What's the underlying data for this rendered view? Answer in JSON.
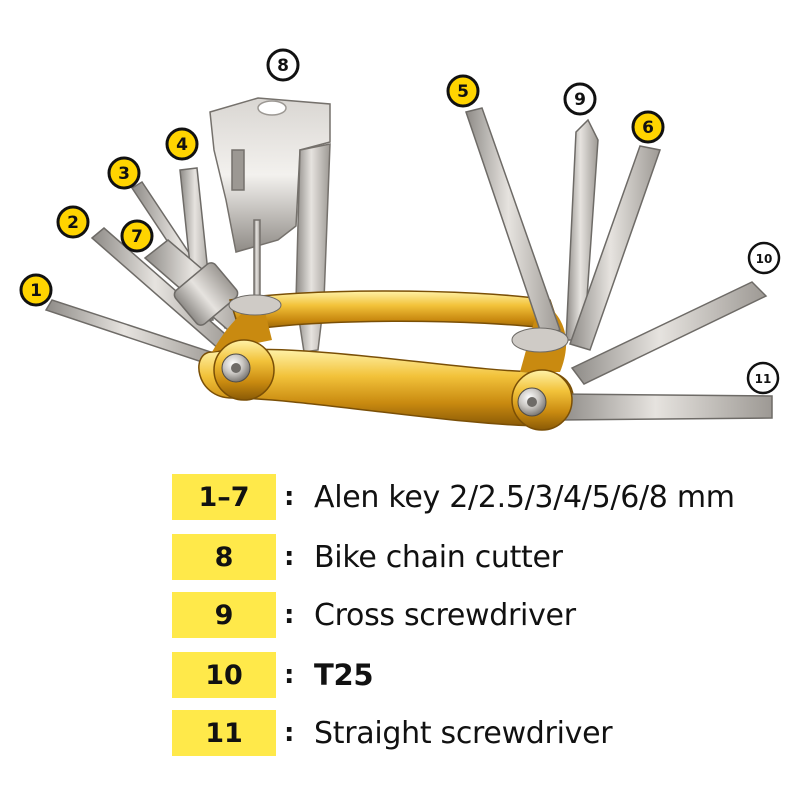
{
  "tool_labels": [
    "1",
    "2",
    "3",
    "4",
    "5",
    "6",
    "7",
    "8",
    "9",
    "10",
    "11"
  ],
  "legend": [
    {
      "key": "1–7",
      "colon": ":",
      "description": "Alen key 2/2.5/3/4/5/6/8 mm"
    },
    {
      "key": "8",
      "colon": ":",
      "description": "Bike chain cutter"
    },
    {
      "key": "9",
      "colon": ":",
      "description": "Cross screwdriver"
    },
    {
      "key": "10",
      "colon": ":",
      "description": "T25"
    },
    {
      "key": "11",
      "colon": ":",
      "description": "Straight screwdriver"
    }
  ],
  "colors": {
    "badge_fill": "#ffd400",
    "legend_key_fill": "#ffe94a",
    "frame_gold": "#e0a418",
    "steel": "#b9b6b2"
  }
}
